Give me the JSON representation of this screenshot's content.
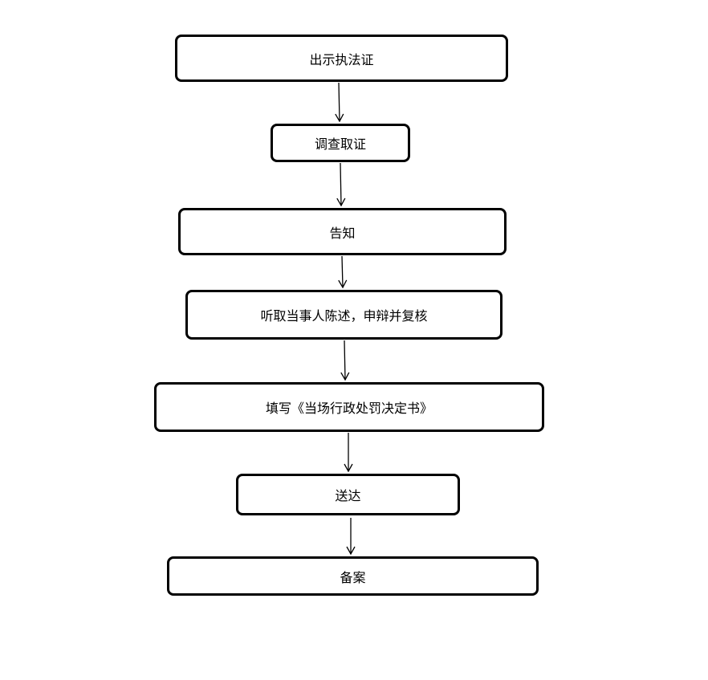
{
  "flowchart": {
    "steps": [
      {
        "id": "step-1",
        "label": "出示执法证"
      },
      {
        "id": "step-2",
        "label": "调查取证"
      },
      {
        "id": "step-3",
        "label": "告知"
      },
      {
        "id": "step-4",
        "label": "听取当事人陈述，申辩并复核"
      },
      {
        "id": "step-5",
        "label": "填写《当场行政处罚决定书》"
      },
      {
        "id": "step-6",
        "label": "送达"
      },
      {
        "id": "step-7",
        "label": "备案"
      }
    ],
    "colors": {
      "stroke": "#000000",
      "fill": "#ffffff",
      "text": "#000000"
    }
  }
}
